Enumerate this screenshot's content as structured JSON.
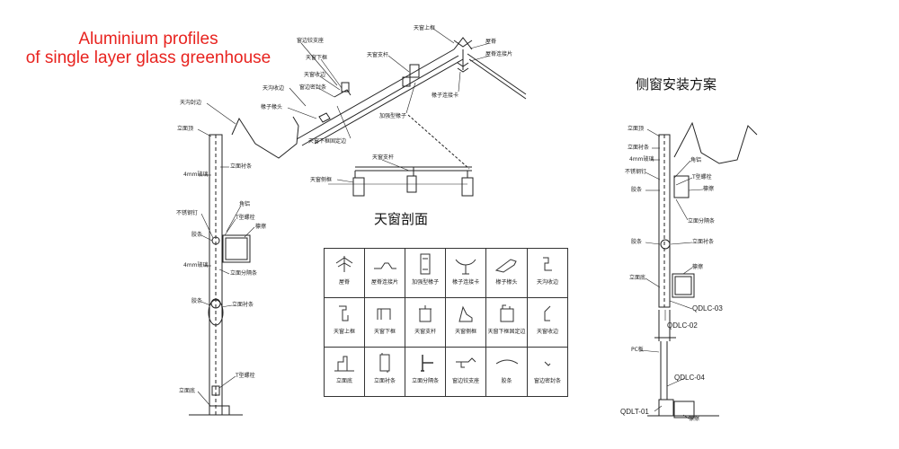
{
  "title": {
    "line1": "Aluminium profiles",
    "line2": "of single layer glass greenhouse"
  },
  "skylight_section_title": "天窗剖面",
  "side_window_title": "侧窗安装方案",
  "roof_labels": {
    "hinge_seat": "窗边铰支座",
    "lower_frame": "天窗下框",
    "closing_edge": "天窗收边",
    "edge_strip": "窗边密封条",
    "gutter_closing": "天沟收边",
    "rafter_head": "椽子椽头",
    "support_rod": "天窗支杆",
    "upper_frame": "天窗上框",
    "ridge": "屋脊",
    "ridge_plate": "屋脊连接片",
    "rafter_connector": "椽子连接卡",
    "reinforced_rafter": "加强型椽子",
    "lower_frame_fix": "天窗下框固定边"
  },
  "skylight_labels": {
    "support_rod": "天窗支杆",
    "side_frame": "天窗侧框"
  },
  "left_wall_labels": {
    "gutter_seal": "天沟封边",
    "column_top": "立面顶",
    "glass_4mm_a": "4mm玻璃",
    "column_strip_a": "立面衬条",
    "angle_al": "角铝",
    "stainless_nail": "不锈钢钉",
    "t_bolt_a": "T型螺栓",
    "purlin": "檩擦",
    "rubber_a": "胶条",
    "glass_4mm_b": "4mm玻璃",
    "divider_strip": "立面分隔条",
    "rubber_b": "胶条",
    "column_strip_b": "立面衬条",
    "t_bolt_b": "T型螺栓",
    "column_base": "立面底"
  },
  "right_wall_labels": {
    "column_top": "立面顶",
    "column_strip_a": "立面衬条",
    "glass_4mm": "4mm玻璃",
    "angle_al": "角铝",
    "stainless_nail": "不锈钢钉",
    "t_bolt": "T型螺栓",
    "rubber_a": "胶条",
    "purlin_a": "檩擦",
    "divider_strip": "立面分隔条",
    "rubber_b": "胶条",
    "column_strip_b": "立面衬条",
    "purlin_b": "檩擦",
    "column_base": "立面底",
    "qdlc03": "QDLC-03",
    "qdlc02": "QDLC-02",
    "pc_board": "PC板",
    "qdlc04": "QDLC-04",
    "qdlt01": "QDLT-01",
    "purlin_c": "檩擦"
  },
  "legend": [
    [
      "屋脊",
      "屋脊连接片",
      "加强型椽子",
      "椽子连接卡",
      "椽子椽头",
      "天沟收边"
    ],
    [
      "天窗上框",
      "天窗下框",
      "天窗支杆",
      "天窗侧框",
      "天窗下框固定边",
      "天窗收边"
    ],
    [
      "立面底",
      "立面衬条",
      "立面分隔条",
      "窗边铰支座",
      "胶条",
      "窗边密封条"
    ]
  ]
}
